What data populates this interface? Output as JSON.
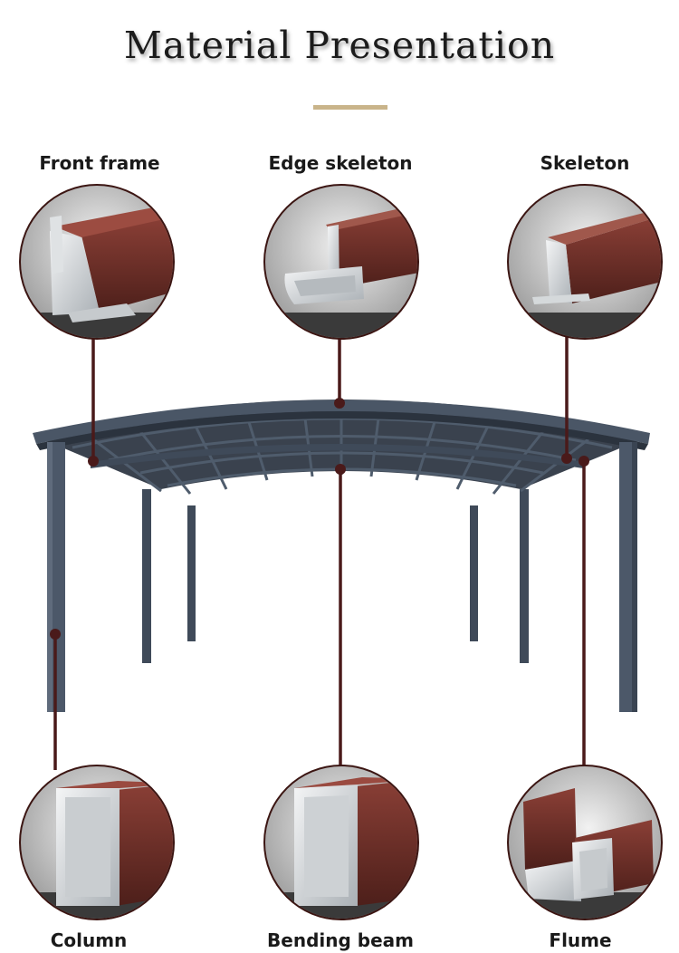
{
  "title": "Material Presentation",
  "colors": {
    "accent_rule": "#c9b48a",
    "leader_line": "#4a1a1a",
    "frame": "#3f4a59",
    "profile_brown": "#6b2f28",
    "profile_silver": "#d9dcde"
  },
  "parts": {
    "front_frame": "Front frame",
    "edge_skeleton": "Edge skeleton",
    "skeleton": "Skeleton",
    "column": "Column",
    "bending_beam": "Bending beam",
    "flume": "Flume"
  }
}
